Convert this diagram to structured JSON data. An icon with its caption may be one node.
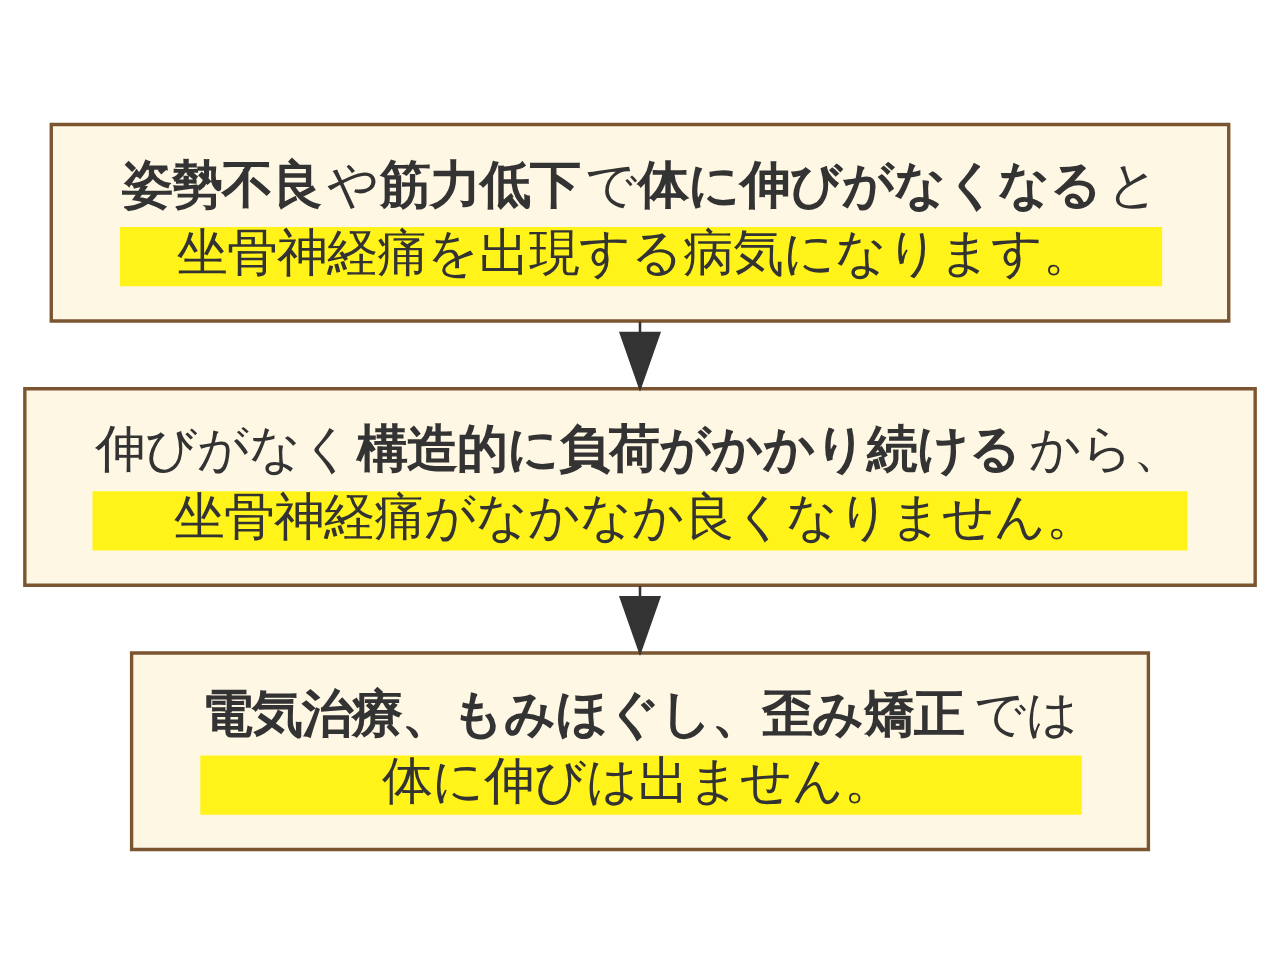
{
  "diagram": {
    "nodes": [
      {
        "text": [
          "**姿勢不良**や**筋力低下**で**体に伸びがなくなる**と坐骨神経痛を出現する病気になります。"
        ]
      },
      {
        "text": [
          "伸びがなく**構造的に負荷がかかり続ける**から、坐骨神経痛がなかなか良くなりません。"
        ]
      },
      {
        "text": [
          "**電気治療、もみほぐし、歪み矯正**では体に伸びは出ません。"
        ]
      }
    ],
    "edges": [
      {
        "from": 0,
        "to": 1,
        "arrow": "to"
      },
      {
        "from": 1,
        "to": 2,
        "arrow": "to"
      }
    ]
  }
}
